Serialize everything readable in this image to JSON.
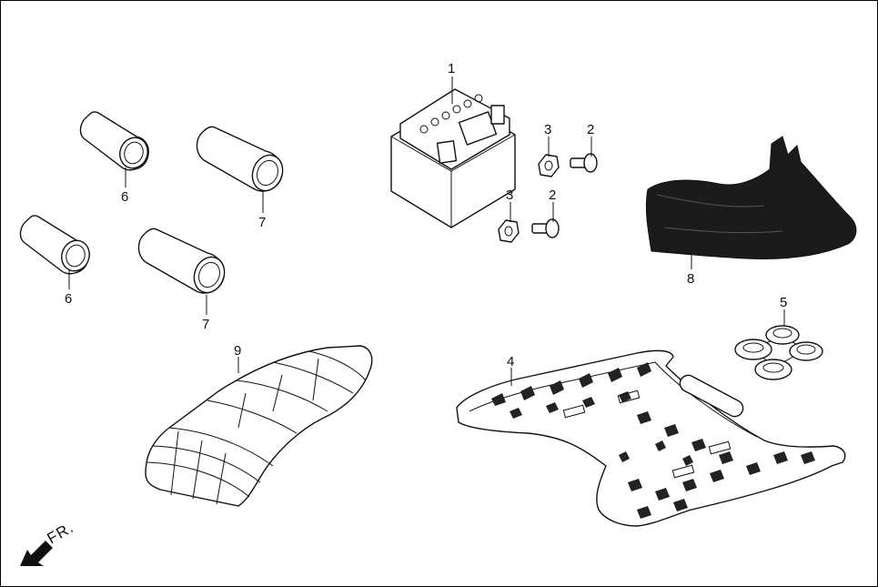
{
  "callouts": {
    "battery": "1",
    "bolt_a": "2",
    "bolt_b": "2",
    "nut_a": "3",
    "nut_b": "3",
    "floor_mat": "4",
    "grommets": "5",
    "grip_small_a": "6",
    "grip_small_b": "6",
    "grip_large_a": "7",
    "grip_large_b": "7",
    "cover": "8",
    "seat": "9"
  },
  "direction": {
    "label": "FR.",
    "icon": "arrow-down-left-icon"
  }
}
